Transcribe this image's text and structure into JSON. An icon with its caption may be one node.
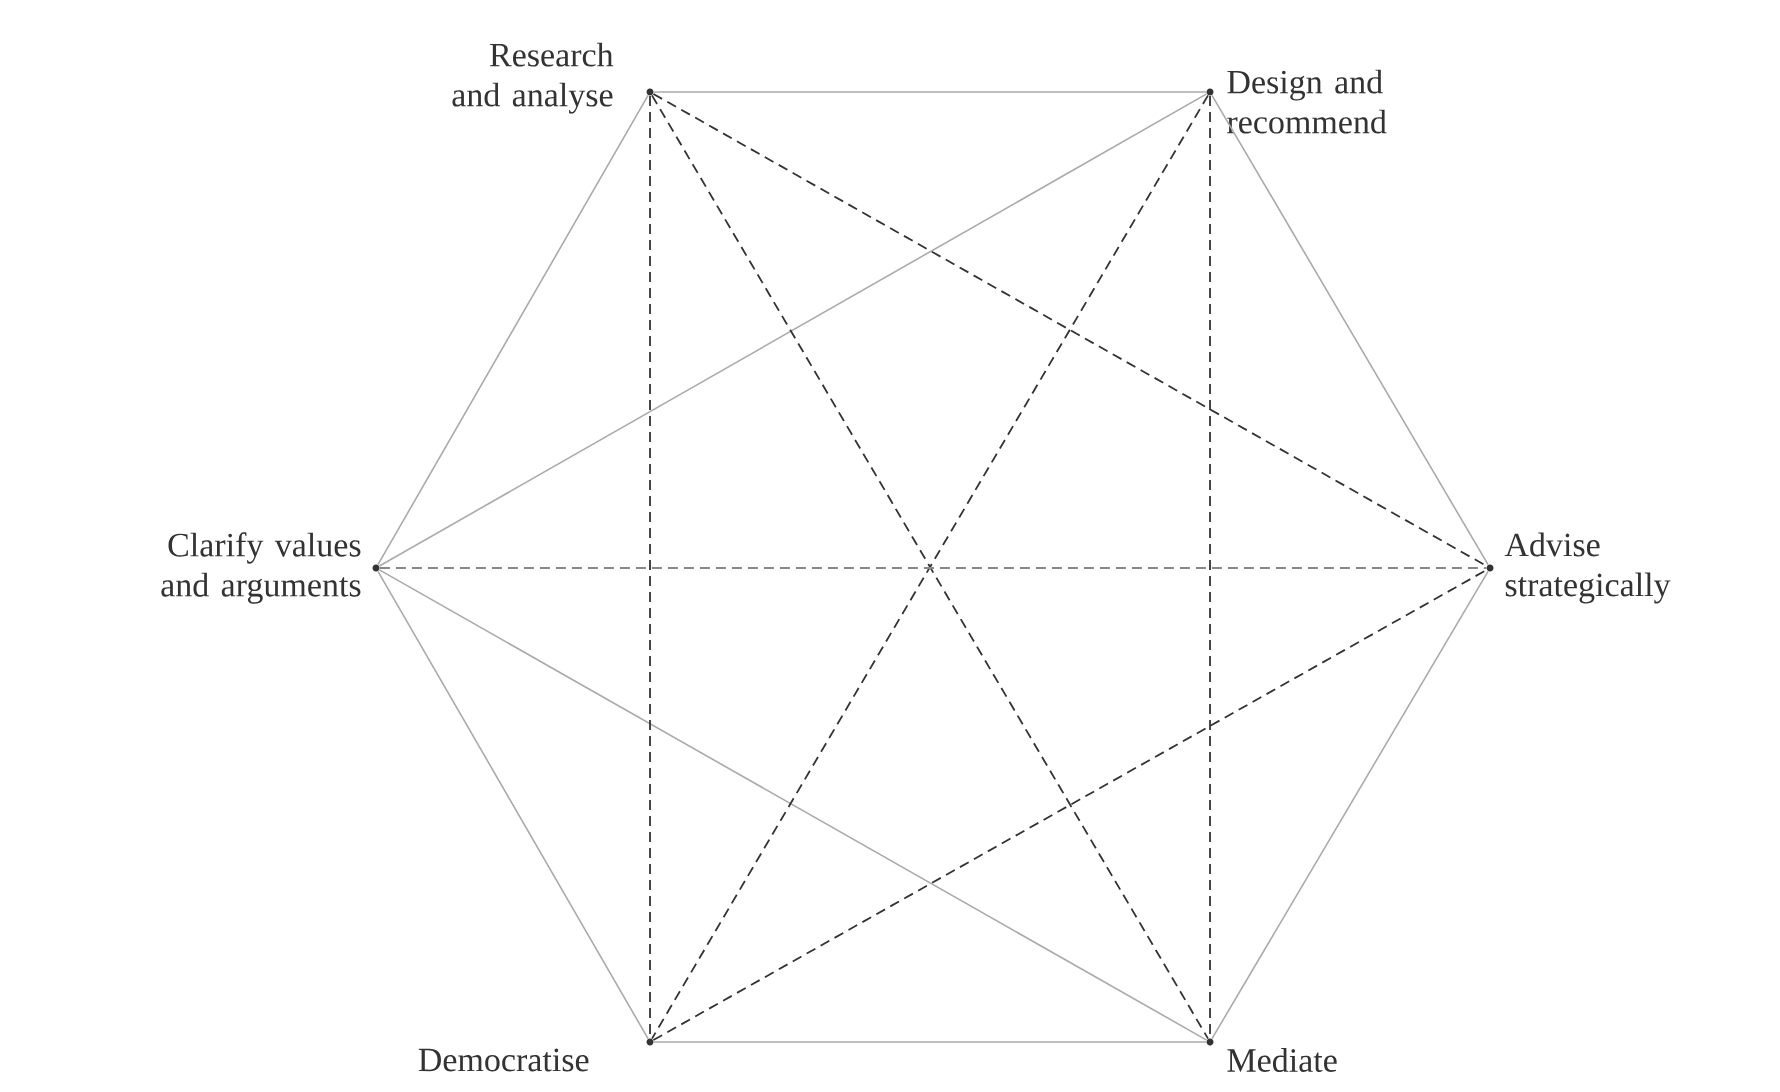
{
  "diagram": {
    "nodes": [
      {
        "text": [],
        "shape": "circle",
        "beside": [
          "Research and analyse"
        ]
      },
      {
        "text": [],
        "shape": "circle",
        "beside": [
          "Design and recommend"
        ]
      },
      {
        "text": [],
        "shape": "circle",
        "beside": [
          "Clarify values and arguments"
        ]
      },
      {
        "text": [],
        "shape": "circle",
        "beside": [
          "Advise strategically"
        ]
      },
      {
        "text": [],
        "shape": "circle",
        "beside": [
          "Democratise"
        ]
      },
      {
        "text": [],
        "shape": "circle",
        "beside": [
          "Mediate"
        ]
      }
    ],
    "edges": [
      {
        "from": 0,
        "to": 1,
        "arrow": "none"
      },
      {
        "from": 1,
        "to": 3,
        "arrow": "none"
      },
      {
        "from": 3,
        "to": 5,
        "arrow": "none"
      },
      {
        "from": 5,
        "to": 4,
        "arrow": "none"
      },
      {
        "from": 4,
        "to": 2,
        "arrow": "none"
      },
      {
        "from": 2,
        "to": 0,
        "arrow": "none"
      },
      {
        "from": 1,
        "to": 2,
        "arrow": "none"
      },
      {
        "from": 2,
        "to": 5,
        "arrow": "none"
      },
      {
        "from": 0,
        "to": 4,
        "arrow": "none",
        "style": "dashed",
        "color": "#333333"
      },
      {
        "from": 0,
        "to": 5,
        "arrow": "none",
        "style": "dashed",
        "color": "#333333"
      },
      {
        "from": 0,
        "to": 3,
        "arrow": "none",
        "style": "dashed",
        "color": "#333333"
      },
      {
        "from": 1,
        "to": 5,
        "arrow": "none",
        "style": "dashed",
        "color": "#333333"
      },
      {
        "from": 1,
        "to": 4,
        "arrow": "none",
        "style": "dashed",
        "color": "#333333"
      },
      {
        "from": 2,
        "to": 3,
        "arrow": "none",
        "style": "dashed",
        "color": "#888888"
      },
      {
        "from": 4,
        "to": 3,
        "arrow": "none",
        "style": "dashed",
        "color": "#333333"
      }
    ]
  }
}
